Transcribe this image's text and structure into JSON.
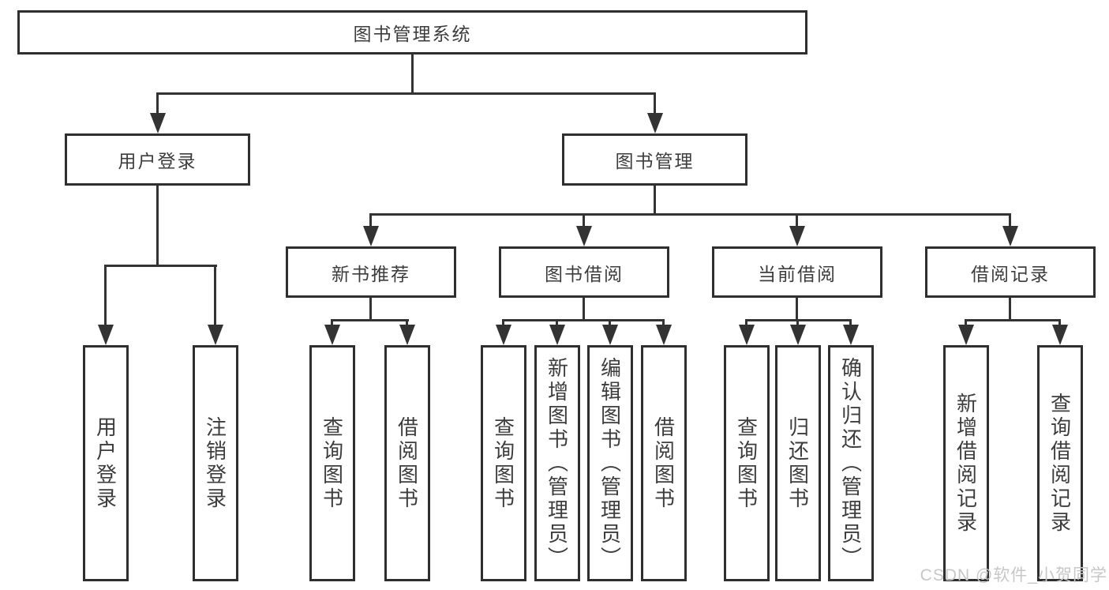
{
  "diagram": {
    "title": "图书管理系统",
    "level2": [
      "用户登录",
      "图书管理"
    ],
    "level3": [
      "新书推荐",
      "图书借阅",
      "当前借阅",
      "借阅记录"
    ],
    "leaves": {
      "login": [
        "用户登录",
        "注销登录"
      ],
      "recommend": [
        "查询图书",
        "借阅图书"
      ],
      "borrow": [
        "查询图书",
        "新增图书（管理员）",
        "编辑图书（管理员）",
        "借阅图书"
      ],
      "current": [
        "查询图书",
        "归还图书",
        "确认归还（管理员）"
      ],
      "records": [
        "新增借阅记录",
        "查询借阅记录"
      ]
    },
    "watermark": "CSDN @软件_小贺同学",
    "colors": {
      "line": "#333333",
      "border": "#2f2f2f",
      "text": "#3d3d3d",
      "background": "#ffffff",
      "watermark": "#c7c7c7"
    }
  }
}
